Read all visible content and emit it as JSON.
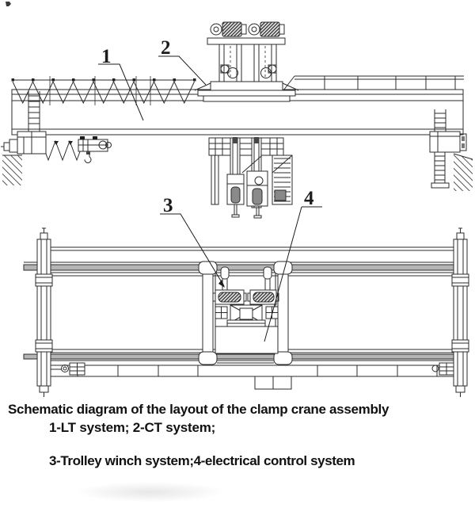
{
  "page": {
    "background_color": "#ffffff"
  },
  "diagram": {
    "type": "engineering-schematic",
    "subject": "clamp crane assembly layout, elevation and plan views",
    "callouts": [
      {
        "number": "1",
        "label": "LT system"
      },
      {
        "number": "2",
        "label": "CT system"
      },
      {
        "number": "3",
        "label": "Trolley winch system"
      },
      {
        "number": "4",
        "label": "electrical control system"
      }
    ],
    "caption": {
      "title": "Schematic diagram of the layout of the clamp crane assembly",
      "legend_line_1": "1-LT system; 2-CT system;",
      "legend_line_2": "3-Trolley winch system;4-electrical control system"
    },
    "colors": {
      "line": "#2b2b2b",
      "rail_gray": "#b5b5b5",
      "dark_fill": "#5f5f5f",
      "text": "#111111"
    }
  }
}
